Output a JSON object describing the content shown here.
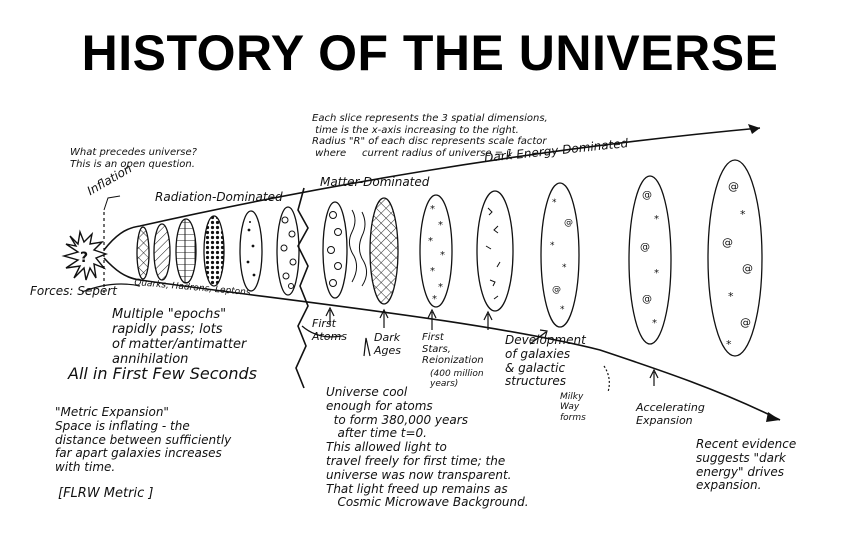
{
  "title": "HISTORY OF THE UNIVERSE",
  "header_note": "Each slice represents the 3 spatial dimensions,\n time is the x-axis increasing to the right.\nRadius \"R\" of each disc represents scale factor\n where     current radius of universe = 1",
  "question": "What precedes universe?\nThis is an open question.",
  "eras": {
    "inflation": "Inflation",
    "radiation": "Radiation-Dominated",
    "matter": "Matter-Dominated",
    "dark_energy": "Dark Energy-Dominated"
  },
  "forces": "Forces: Sepert",
  "particles": "Quarks, Hadrons, Leptons",
  "epochs": "Multiple \"epochs\"\nrapidly pass; lots\nof matter/antimatter\nannihilation",
  "first_seconds": "All in First Few Seconds",
  "events": {
    "first_atoms": "First\nAtoms",
    "dark_ages": "Dark\nAges",
    "first_stars": "First\nStars,\nReionization",
    "first_stars_note": "(400 million\nyears)",
    "galaxies": "Development\nof galaxies\n& galactic\nstructures",
    "milky_way": "Milky\nWay\nforms",
    "accelerating": "Accelerating\nExpansion"
  },
  "cmb_note": "Universe cool\nenough for atoms\n  to form 380,000 years\n   after time t=0.\nThis allowed light to\ntravel freely for first time; the\nuniverse was now transparent.\nThat light freed up remains as\n   Cosmic Microwave Background.",
  "metric": "\"Metric Expansion\"\nSpace is inflating - the\ndistance between sufficiently\nfar apart galaxies increases\nwith time.",
  "flrw": "[FLRW Metric ]",
  "dark_energy_note": "Recent evidence\nsuggests \"dark\nenergy\" drives\nexpansion."
}
